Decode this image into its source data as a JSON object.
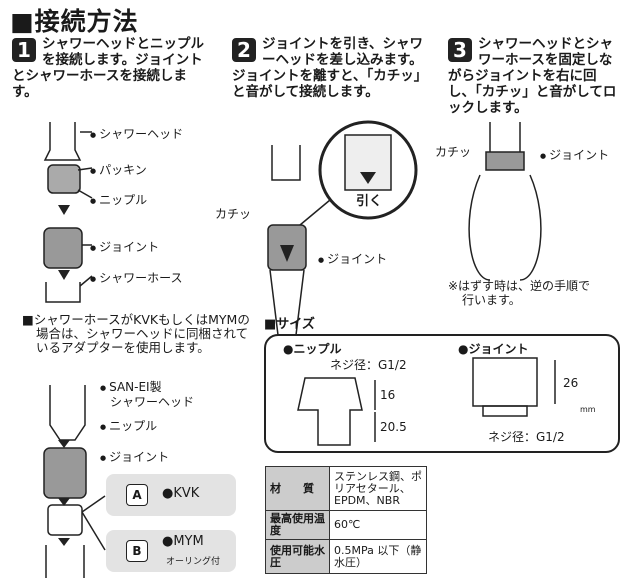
{
  "title": "■接続方法",
  "steps": [
    {
      "num": "1",
      "text": "シャワーヘッドとニップルを接続します。ジョイントとシャワーホースを接続します。"
    },
    {
      "num": "2",
      "text": "ジョイントを引き、シャワーヘッドを差し込みます。ジョイントを離すと、「カチッ」と音がして接続します。"
    },
    {
      "num": "3",
      "text": "シャワーヘッドとシャワーホースを固定しながらジョイントを右に回し、「カチッ」と音がしてロックします。"
    }
  ],
  "step1_labels": {
    "head": "シャワーヘッド",
    "packing": "パッキン",
    "nipple": "ニップル",
    "joint": "ジョイント",
    "hose": "シャワーホース"
  },
  "step2_labels": {
    "click": "カチッ",
    "pull": "引く",
    "joint": "ジョイント"
  },
  "step3_labels": {
    "click": "カチッ",
    "joint": "ジョイント",
    "note1": "※はずす時は、逆の手順で",
    "note2": "行います。"
  },
  "adapter": {
    "note": "■シャワーホースがKVKもしくはMYMの場合は、シャワーヘッドに同梱されているアダプターを使用します。",
    "head1": "SAN-EI製",
    "head2": "シャワーヘッド",
    "nipple": "ニップル",
    "joint": "ジョイント",
    "a": "A",
    "kvk": "●KVK",
    "b": "B",
    "mym": "●MYM",
    "oring": "オーリング付"
  },
  "size": {
    "title": "■サイズ",
    "nipple": "●ニップル",
    "nipple_thread": "ネジ径：G1/2",
    "nipple_top": "16",
    "nipple_bottom": "20.5",
    "joint": "●ジョイント",
    "joint_height": "26",
    "joint_thread": "ネジ径：G1/2",
    "unit": "mm"
  },
  "spec": [
    {
      "k": "材　　質",
      "v": "ステンレス鋼、ポリアセタール、EPDM、NBR"
    },
    {
      "k": "最高使用温度",
      "v": "60℃"
    },
    {
      "k": "使用可能水圧",
      "v": "0.5MPa 以下（静水圧）"
    }
  ]
}
